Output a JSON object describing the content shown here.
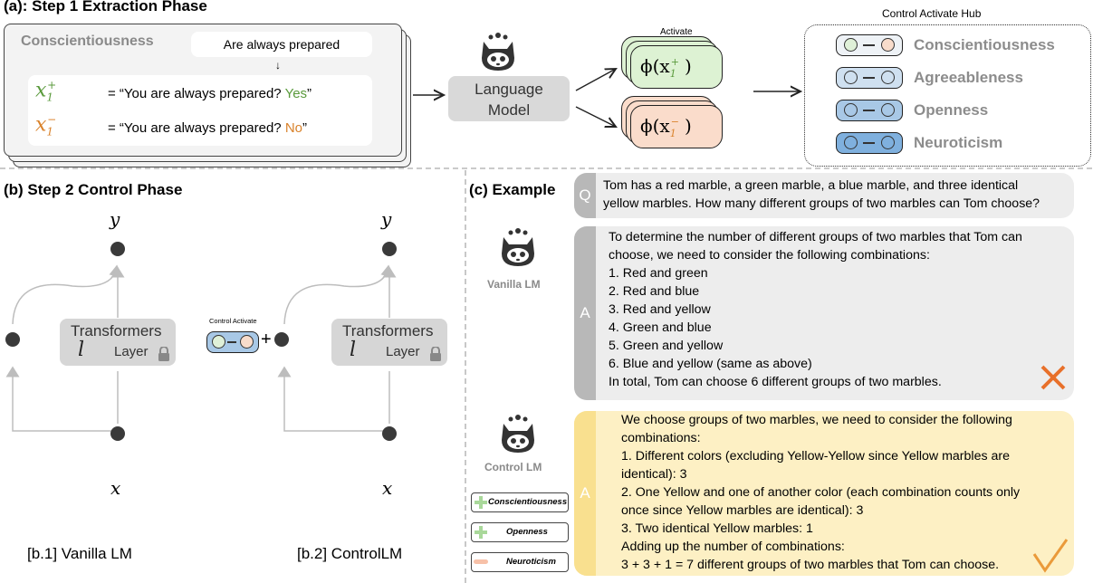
{
  "panel_a": {
    "title": "(a): Step 1 Extraction Phase",
    "trait_label": "Conscientiousness",
    "statement": "Are always prepared",
    "pos_prefix": "= “You are always prepared? ",
    "pos_answer": "Yes",
    "neg_prefix": "= “You are always prepared? ",
    "neg_answer": "No",
    "close_quote": "”",
    "lm_label_1": "Language",
    "lm_label_2": "Model",
    "activate_label": "Activate",
    "phi_pos": "ϕ(x",
    "phi_neg": "ϕ(x",
    "hub_title": "Control Activate Hub",
    "hub_traits": [
      "Conscientiousness",
      "Agreeableness",
      "Openness",
      "Neuroticism"
    ]
  },
  "panel_b": {
    "title": "(b) Step 2  Control Phase",
    "y_label": "y",
    "x_label": "x",
    "tf_line1": "Transformers",
    "tf_l": "l",
    "tf_layer": "Layer",
    "control_activate": "Control Activate",
    "plus": "+",
    "caption_1": "[b.1] Vanilla LM",
    "caption_2": "[b.2] ControlLM"
  },
  "panel_c": {
    "title": "(c) Example",
    "q_tab": "Q",
    "a_tab": "A",
    "question": [
      "Tom has a red marble, a green marble, a blue marble, and three identical",
      "yellow marbles. How many different groups of two marbles can Tom choose?"
    ],
    "vanilla_label": "Vanilla LM",
    "control_label": "Control LM",
    "vanilla_answer": [
      "To determine the number of different groups of two marbles that Tom can",
      "choose, we need to consider the following combinations:",
      "1. Red and green",
      "2. Red and blue",
      "3. Red and yellow",
      "4. Green and blue",
      "5. Green and yellow",
      "6. Blue and yellow (same as above)",
      "In total, Tom can choose 6 different groups of two marbles."
    ],
    "control_answer": [
      "We choose groups of two marbles, we need to consider the following",
      "combinations:",
      "1. Different colors (excluding Yellow-Yellow since Yellow marbles are",
      "identical): 3",
      "2. One Yellow and one of another color (each combination counts only",
      "once since Yellow marbles are identical): 3",
      "3. Two identical Yellow marbles: 1",
      "Adding up the number of combinations:",
      "3 + 3 + 1 = 7 different groups of two marbles that Tom can choose."
    ],
    "control_tags": [
      "Conscientiousness",
      "Openness",
      "Neuroticism"
    ]
  },
  "colors": {
    "yes_green": "#5a9a3c",
    "no_orange": "#d9822b",
    "cross_orange": "#e8702a",
    "check_orange": "#ea9a3a",
    "pos_card": "#ddf2d3",
    "neg_card": "#fadccb",
    "tag_green": "#a9d89a",
    "tag_pink": "#f7c1a8"
  }
}
